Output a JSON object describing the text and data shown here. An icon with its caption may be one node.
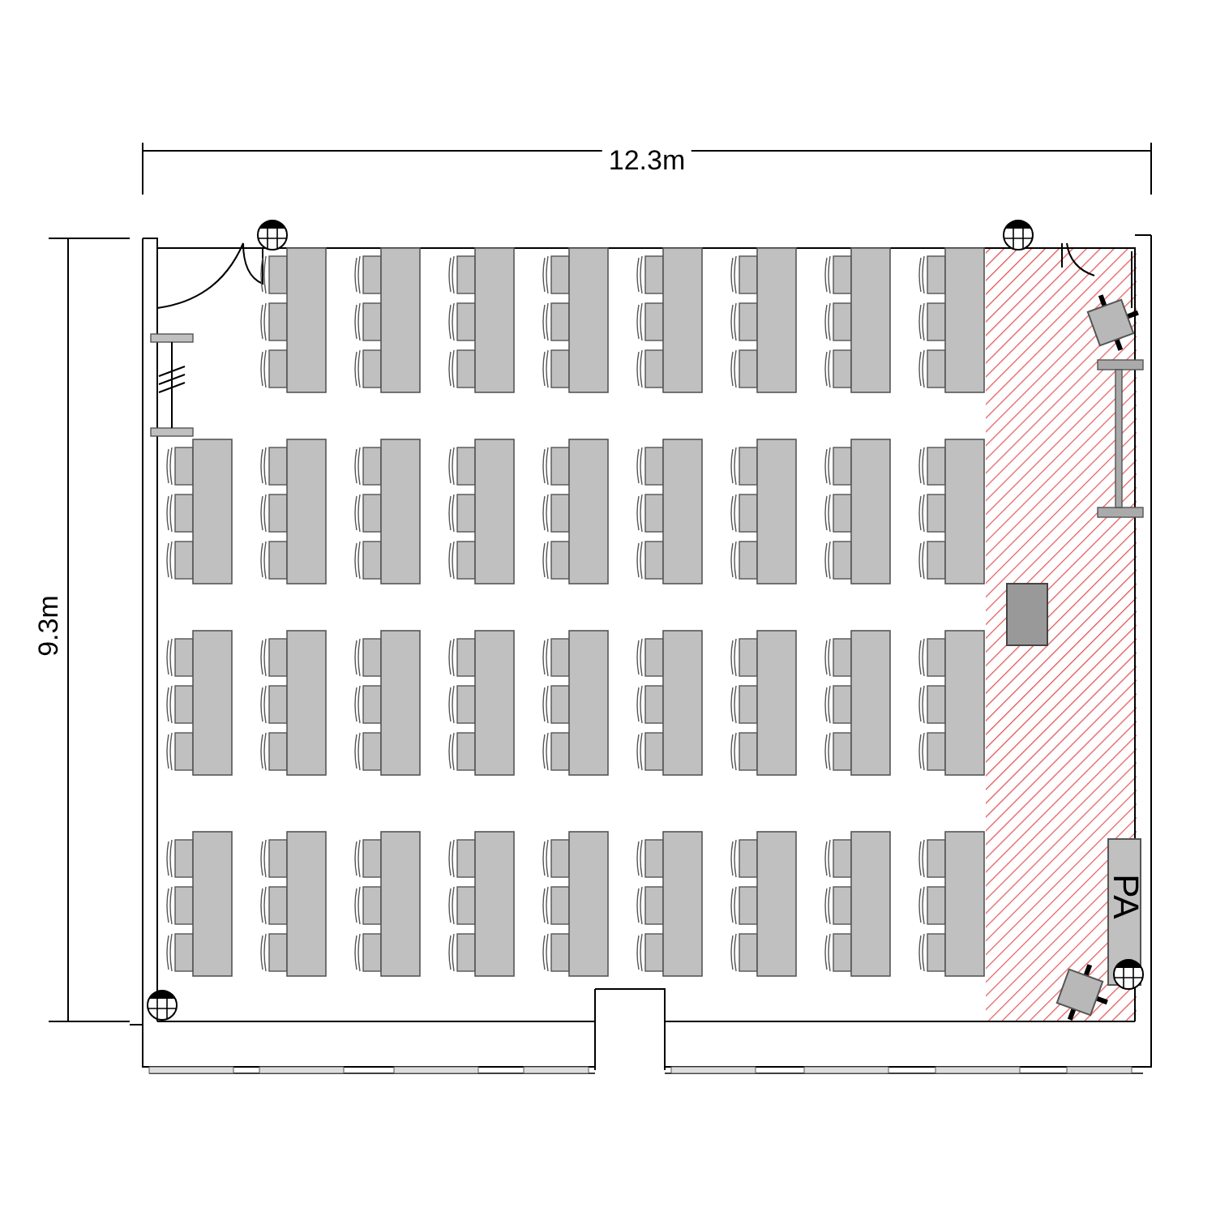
{
  "diagram": {
    "nodes": [
      {
        "text": [
          "PA"
        ]
      }
    ],
    "labels": [
      "12.3m",
      "9.3m"
    ]
  }
}
